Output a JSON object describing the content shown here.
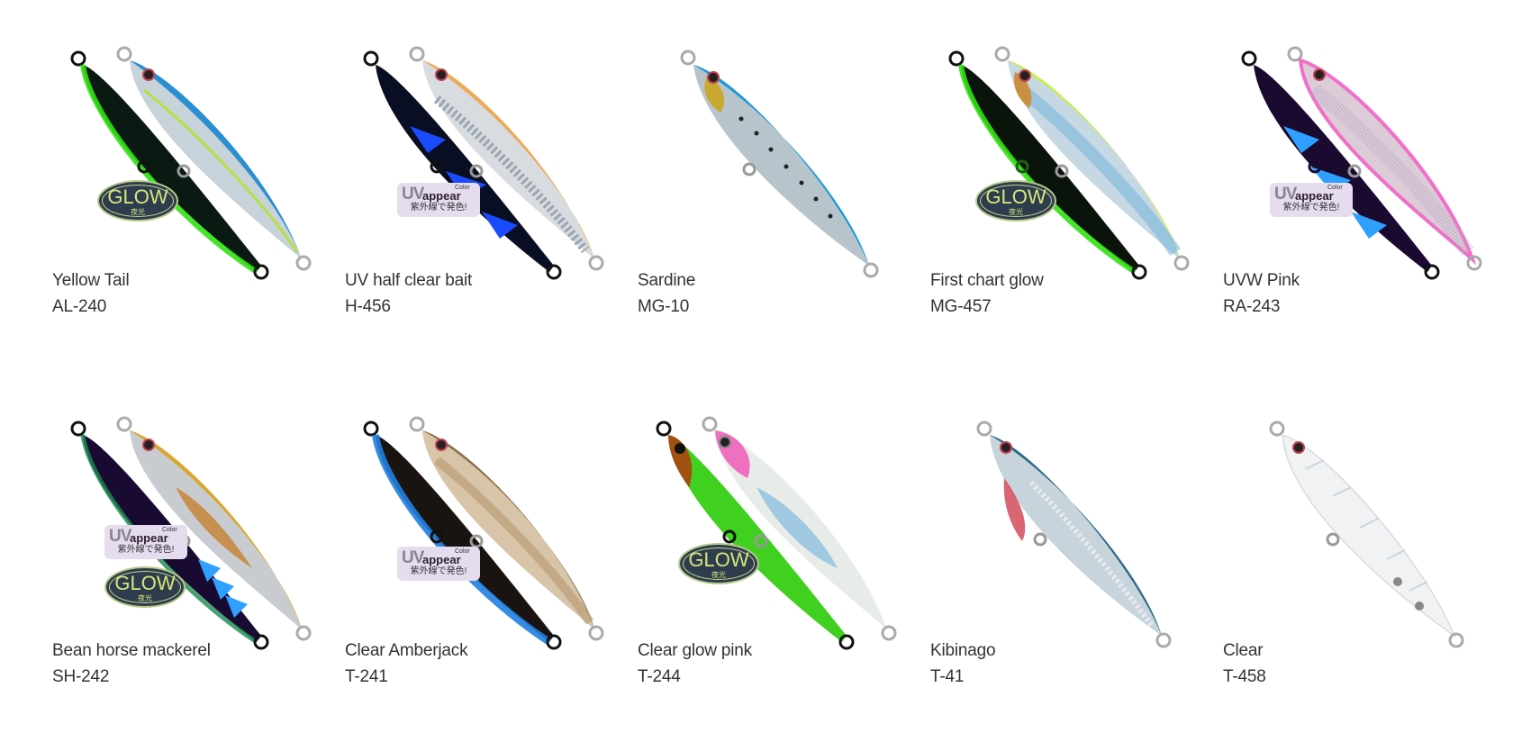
{
  "products": [
    {
      "name": "Yellow Tail",
      "code": "AL-240",
      "badges": [
        "glow"
      ],
      "colors": {
        "back": "#2a8fd0",
        "body": "#c8d2da",
        "stripe": "#b8e040",
        "second": "#0a1a12",
        "second_edge": "#33e015"
      }
    },
    {
      "name": "UV half clear bait",
      "code": "H-456",
      "badges": [
        "uv"
      ],
      "colors": {
        "back": "#f0a040",
        "body": "#d8dce0",
        "stripe": "#9aa6b0",
        "second": "#0a0e22",
        "second_edge": "#1a4cff"
      }
    },
    {
      "name": "Sardine",
      "code": "MG-10",
      "badges": [],
      "colors": {
        "back": "#1a9ad8",
        "body": "#b8c4cc",
        "stripe": "#222222",
        "second": null,
        "second_edge": null
      }
    },
    {
      "name": "First chart glow",
      "code": "MG-457",
      "badges": [
        "glow"
      ],
      "colors": {
        "back": "#c8f040",
        "body": "#c6d8e4",
        "stripe": "#7ab8d8",
        "second": "#0a140a",
        "second_edge": "#33e015"
      }
    },
    {
      "name": "UVW Pink",
      "code": "RA-243",
      "badges": [
        "uv"
      ],
      "colors": {
        "back": "#f070c8",
        "body": "#dcccd8",
        "stripe": "#b8a8c0",
        "second": "#1a0a30",
        "second_edge": "#30a0ff"
      }
    },
    {
      "name": "Bean horse mackerel",
      "code": "SH-242",
      "badges": [
        "uv",
        "glow"
      ],
      "colors": {
        "back": "#d8a830",
        "body": "#c8ccd0",
        "stripe": "#c89050",
        "second": "#180a30",
        "second_edge": "#1a8a50"
      }
    },
    {
      "name": "Clear Amberjack",
      "code": "T-241",
      "badges": [
        "uv"
      ],
      "colors": {
        "back": "#6a4a28",
        "body": "#d8c4a8",
        "stripe": "#b89870",
        "second": "#1a1410",
        "second_edge": "#2080e0"
      }
    },
    {
      "name": "Clear glow pink",
      "code": "T-244",
      "badges": [
        "glow"
      ],
      "colors": {
        "back": "#f070c0",
        "body": "#e8ece8",
        "stripe": "#a0c8e0",
        "second": "#40d020",
        "second_edge": "#a05010"
      }
    },
    {
      "name": "Kibinago",
      "code": "T-41",
      "badges": [],
      "colors": {
        "back": "#2a6a88",
        "body": "#c8d4dc",
        "stripe": "#d04050",
        "second": null,
        "second_edge": null
      }
    },
    {
      "name": "Clear",
      "code": "T-458",
      "badges": [],
      "colors": {
        "back": "#e8ecf0",
        "body": "#f0f2f4",
        "stripe": "#c8ccd0",
        "second": null,
        "second_edge": null
      }
    }
  ],
  "badges": {
    "glow": {
      "label": "GLOW",
      "sub": "夜光"
    },
    "uv": {
      "label_uv": "UV",
      "label_appear": "appear",
      "label_color": "Color",
      "sub": "紫外線で発色!"
    }
  }
}
